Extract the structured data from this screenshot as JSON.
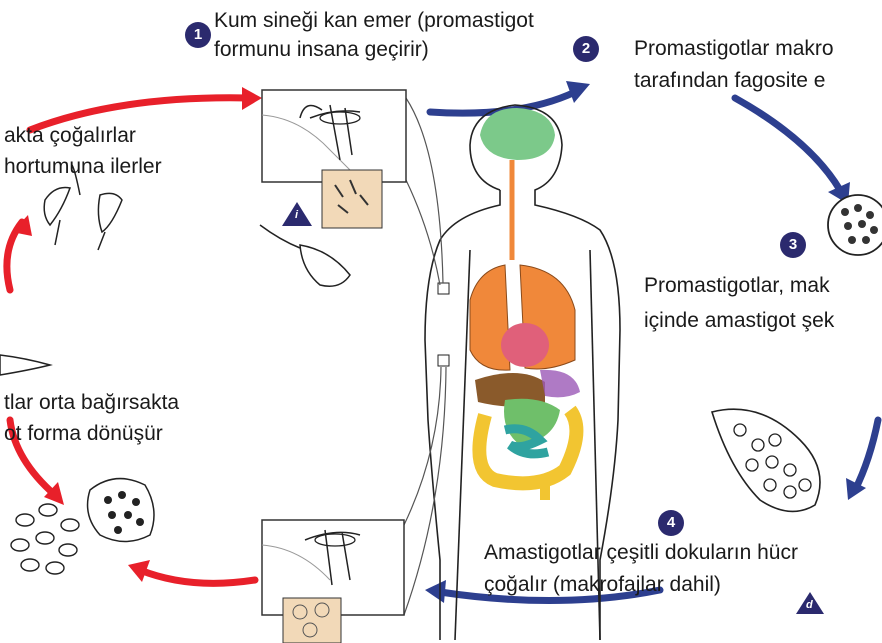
{
  "steps": [
    {
      "number": "1",
      "text_line1": "Kum sineği  kan emer (promastigot",
      "text_line2": "formunu insana geçirir)"
    },
    {
      "number": "2",
      "text_line1": "Promastigotlar  makro",
      "text_line2": "tarafından  fagosite  e"
    },
    {
      "number": "3",
      "text_line1": "Promastigotlar,  mak",
      "text_line2": "içinde amastigot şek"
    },
    {
      "number": "4",
      "text_line1": "Amastigotlar çeşitli dokuların hücr",
      "text_line2": "çoğalır (makrofajlar dahil)"
    }
  ],
  "left_text": {
    "line1": "akta çoğalırlar",
    "line2": "hortumuna  ilerler",
    "line3": "tlar orta bağırsakta",
    "line4": "ot forma dönüşür"
  },
  "stage_markers": [
    {
      "letter": "i"
    },
    {
      "letter": "d"
    }
  ],
  "colors": {
    "blue_arrow": "#2d3f8f",
    "red_arrow": "#e8202a",
    "badge": "#2b2a6e",
    "lungs": "#f0883a",
    "brain": "#7cc98a",
    "intestine": "#f2c531",
    "small_intestine": "#2fa3a0",
    "liver": "#8a5a2b",
    "heart": "#e0607a"
  }
}
